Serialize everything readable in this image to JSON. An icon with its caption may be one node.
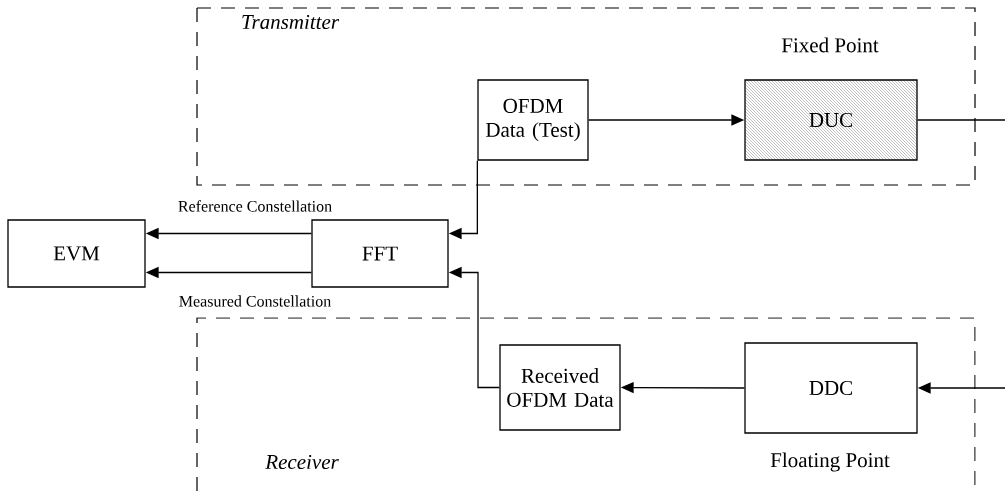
{
  "diagram": {
    "nodes": [
      {
        "text": [
          "Transmitter",
          "Fixed Point"
        ]
      },
      {
        "text": [
          "OFDM Data (Test)"
        ],
        "in": 0
      },
      {
        "text": [
          "DUC"
        ],
        "in": 0
      },
      {
        "text": [
          "EVM"
        ]
      },
      {
        "text": [
          "FFT"
        ]
      },
      {
        "text": [
          "Receiver",
          "Floating Point"
        ]
      },
      {
        "text": [
          "Received OFDM Data"
        ],
        "in": 5
      },
      {
        "text": [
          "DDC"
        ],
        "in": 5
      }
    ],
    "edges": [
      {
        "from": 1,
        "to": 2,
        "arrow": "to"
      },
      {
        "from": 2,
        "to": null,
        "arrow": "none"
      },
      {
        "from": 1,
        "to": 4,
        "arrow": "to"
      },
      {
        "from": 4,
        "to": 3,
        "arrow": "to",
        "label": "Reference Constellation"
      },
      {
        "from": 4,
        "to": 3,
        "arrow": "to",
        "label": "Measured Constellation"
      },
      {
        "from": null,
        "to": 7,
        "arrow": "to"
      },
      {
        "from": 7,
        "to": 6,
        "arrow": "to"
      },
      {
        "from": 6,
        "to": 4,
        "arrow": "to"
      }
    ]
  }
}
